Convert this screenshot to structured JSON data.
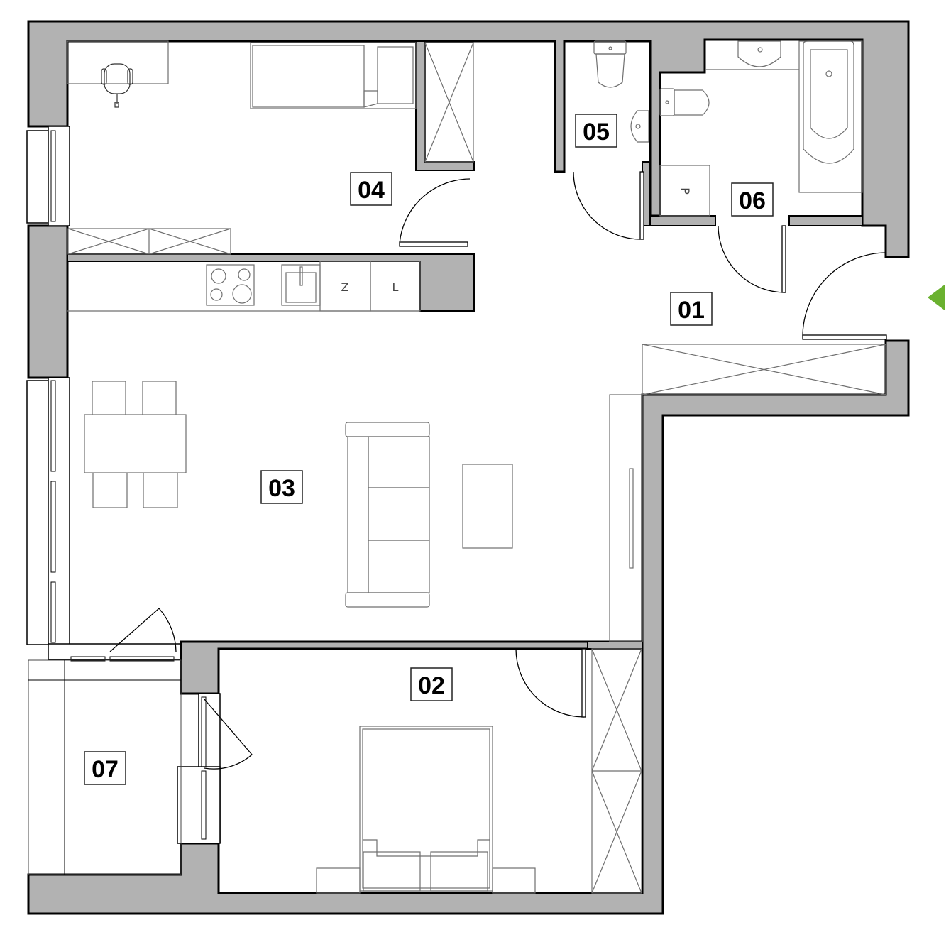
{
  "plan": {
    "title": "Apartment floor plan",
    "colors": {
      "wall_fill": "#b2b2b2",
      "wall_stroke": "#000000",
      "background": "#ffffff",
      "entrance_marker": "#6ab12f"
    },
    "rooms": [
      {
        "id": "01",
        "label": "01",
        "name": "hall"
      },
      {
        "id": "02",
        "label": "02",
        "name": "bedroom"
      },
      {
        "id": "03",
        "label": "03",
        "name": "living-room-with-kitchenette"
      },
      {
        "id": "04",
        "label": "04",
        "name": "bedroom-small"
      },
      {
        "id": "05",
        "label": "05",
        "name": "wc"
      },
      {
        "id": "06",
        "label": "06",
        "name": "bathroom"
      },
      {
        "id": "07",
        "label": "07",
        "name": "balcony"
      }
    ],
    "fixtures": {
      "kitchen_fridge_label": "Z",
      "kitchen_dishwasher_label": "L",
      "bathroom_washer_label": "P"
    },
    "entrance": {
      "icon": "entrance-arrow-icon"
    }
  }
}
